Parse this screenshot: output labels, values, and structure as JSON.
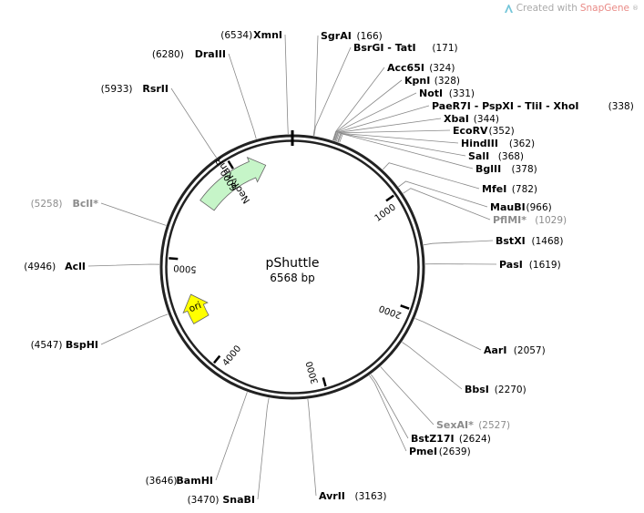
{
  "credit": {
    "prefix": "Created with",
    "brand": "SnapGene",
    "suffix": "®"
  },
  "plasmid": {
    "name": "pShuttle",
    "size_label": "6568 bp",
    "length": 6568
  },
  "ticks": [
    {
      "label": "1000",
      "pos": 1000
    },
    {
      "label": "2000",
      "pos": 2000
    },
    {
      "label": "3000",
      "pos": 3000
    },
    {
      "label": "4000",
      "pos": 4000
    },
    {
      "label": "5000",
      "pos": 5000
    },
    {
      "label": "6000",
      "pos": 6000
    }
  ],
  "features": [
    {
      "name": "NeoR/KanR",
      "color": "#c6f5c8",
      "start": 5580,
      "end": 6300,
      "text_color": "#000000"
    },
    {
      "name": "ori",
      "color": "#ffff00",
      "start": 4380,
      "end": 4650,
      "text_color": "#000000"
    }
  ],
  "sites": [
    {
      "name": "SgrAI",
      "pos": "(166)",
      "bp": 166,
      "unique": true
    },
    {
      "name": "BsrGI - TatI",
      "pos": "(171)",
      "bp": 171,
      "unique": true
    },
    {
      "name": "Acc65I",
      "pos": "(324)",
      "bp": 324,
      "unique": true
    },
    {
      "name": "KpnI",
      "pos": "(328)",
      "bp": 328,
      "unique": true
    },
    {
      "name": "NotI",
      "pos": "(331)",
      "bp": 331,
      "unique": true
    },
    {
      "name": "PaeR7I - PspXI - TliI - XhoI",
      "pos": "(338)",
      "bp": 338,
      "unique": true
    },
    {
      "name": "XbaI",
      "pos": "(344)",
      "bp": 344,
      "unique": true
    },
    {
      "name": "EcoRV",
      "pos": "(352)",
      "bp": 352,
      "unique": true
    },
    {
      "name": "HindIII",
      "pos": "(362)",
      "bp": 362,
      "unique": true
    },
    {
      "name": "SalI",
      "pos": "(368)",
      "bp": 368,
      "unique": true
    },
    {
      "name": "BglII",
      "pos": "(378)",
      "bp": 378,
      "unique": true
    },
    {
      "name": "MfeI",
      "pos": "(782)",
      "bp": 782,
      "unique": true
    },
    {
      "name": "MauBI",
      "pos": "(966)",
      "bp": 966,
      "unique": true
    },
    {
      "name": "PflMI*",
      "pos": "(1029)",
      "bp": 1029,
      "unique": false
    },
    {
      "name": "BstXI",
      "pos": "(1468)",
      "bp": 1468,
      "unique": true
    },
    {
      "name": "PasI",
      "pos": "(1619)",
      "bp": 1619,
      "unique": true
    },
    {
      "name": "AarI",
      "pos": "(2057)",
      "bp": 2057,
      "unique": true
    },
    {
      "name": "BbsI",
      "pos": "(2270)",
      "bp": 2270,
      "unique": true
    },
    {
      "name": "SexAI*",
      "pos": "(2527)",
      "bp": 2527,
      "unique": false
    },
    {
      "name": "BstZ17I",
      "pos": "(2624)",
      "bp": 2624,
      "unique": true
    },
    {
      "name": "PmeI",
      "pos": "(2639)",
      "bp": 2639,
      "unique": true
    },
    {
      "name": "AvrII",
      "pos": "(3163)",
      "bp": 3163,
      "unique": true
    },
    {
      "name": "SnaBI",
      "pos": "(3470)",
      "bp": 3470,
      "unique": true
    },
    {
      "name": "BamHI",
      "pos": "(3646)",
      "bp": 3646,
      "unique": true
    },
    {
      "name": "BspHI",
      "pos": "(4547)",
      "bp": 4547,
      "unique": true
    },
    {
      "name": "AclI",
      "pos": "(4946)",
      "bp": 4946,
      "unique": true
    },
    {
      "name": "BclI*",
      "pos": "(5258)",
      "bp": 5258,
      "unique": false
    },
    {
      "name": "RsrII",
      "pos": "(5933)",
      "bp": 5933,
      "unique": true
    },
    {
      "name": "DraIII",
      "pos": "(6280)",
      "bp": 6280,
      "unique": true
    },
    {
      "name": "XmnI",
      "pos": "(6534)",
      "bp": 6534,
      "unique": true
    }
  ],
  "colors": {
    "backbone": "#222222",
    "leader": "#888888",
    "label": "#000000",
    "position": "#000000",
    "nonunique": "#8c8c8c"
  }
}
